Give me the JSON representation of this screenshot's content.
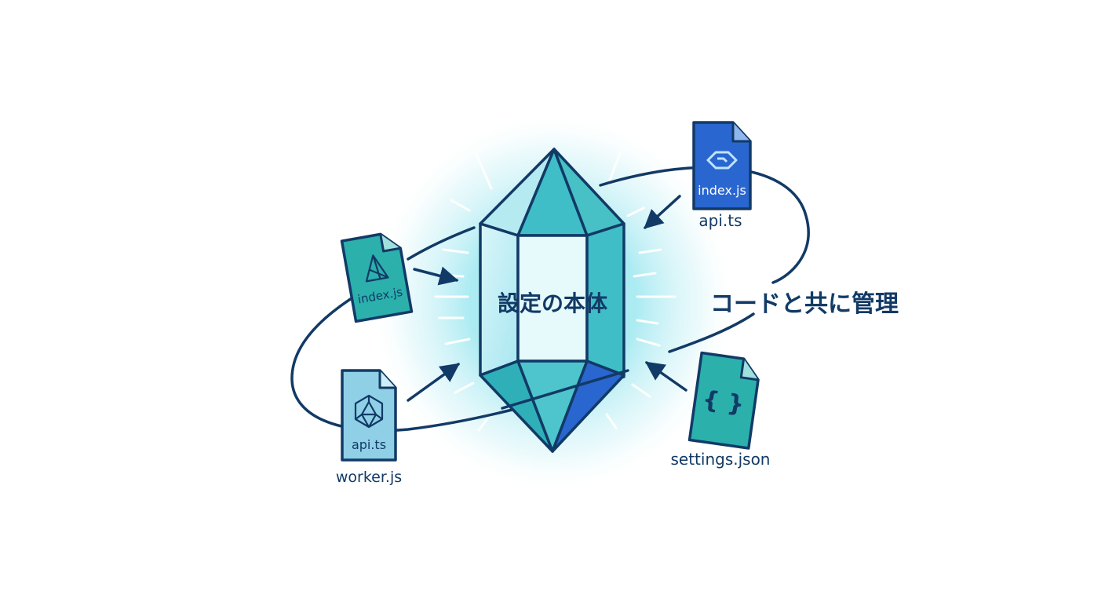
{
  "center": {
    "label": "設定の本体"
  },
  "caption": {
    "label": "コードと共に管理"
  },
  "files": {
    "top_right": {
      "badge": "index.js",
      "caption": "api.ts"
    },
    "left_upper": {
      "badge": "index.js"
    },
    "left_lower": {
      "badge": "api.ts",
      "caption": "worker.js"
    },
    "bottom_right": {
      "glyph": "{ }",
      "caption": "settings.json"
    }
  },
  "colors": {
    "navy": "#123a66",
    "teal": "#2bb0ac",
    "light_blue": "#8fd0e6",
    "royal_blue": "#2a66cf",
    "glow": "#7fe0ee"
  }
}
